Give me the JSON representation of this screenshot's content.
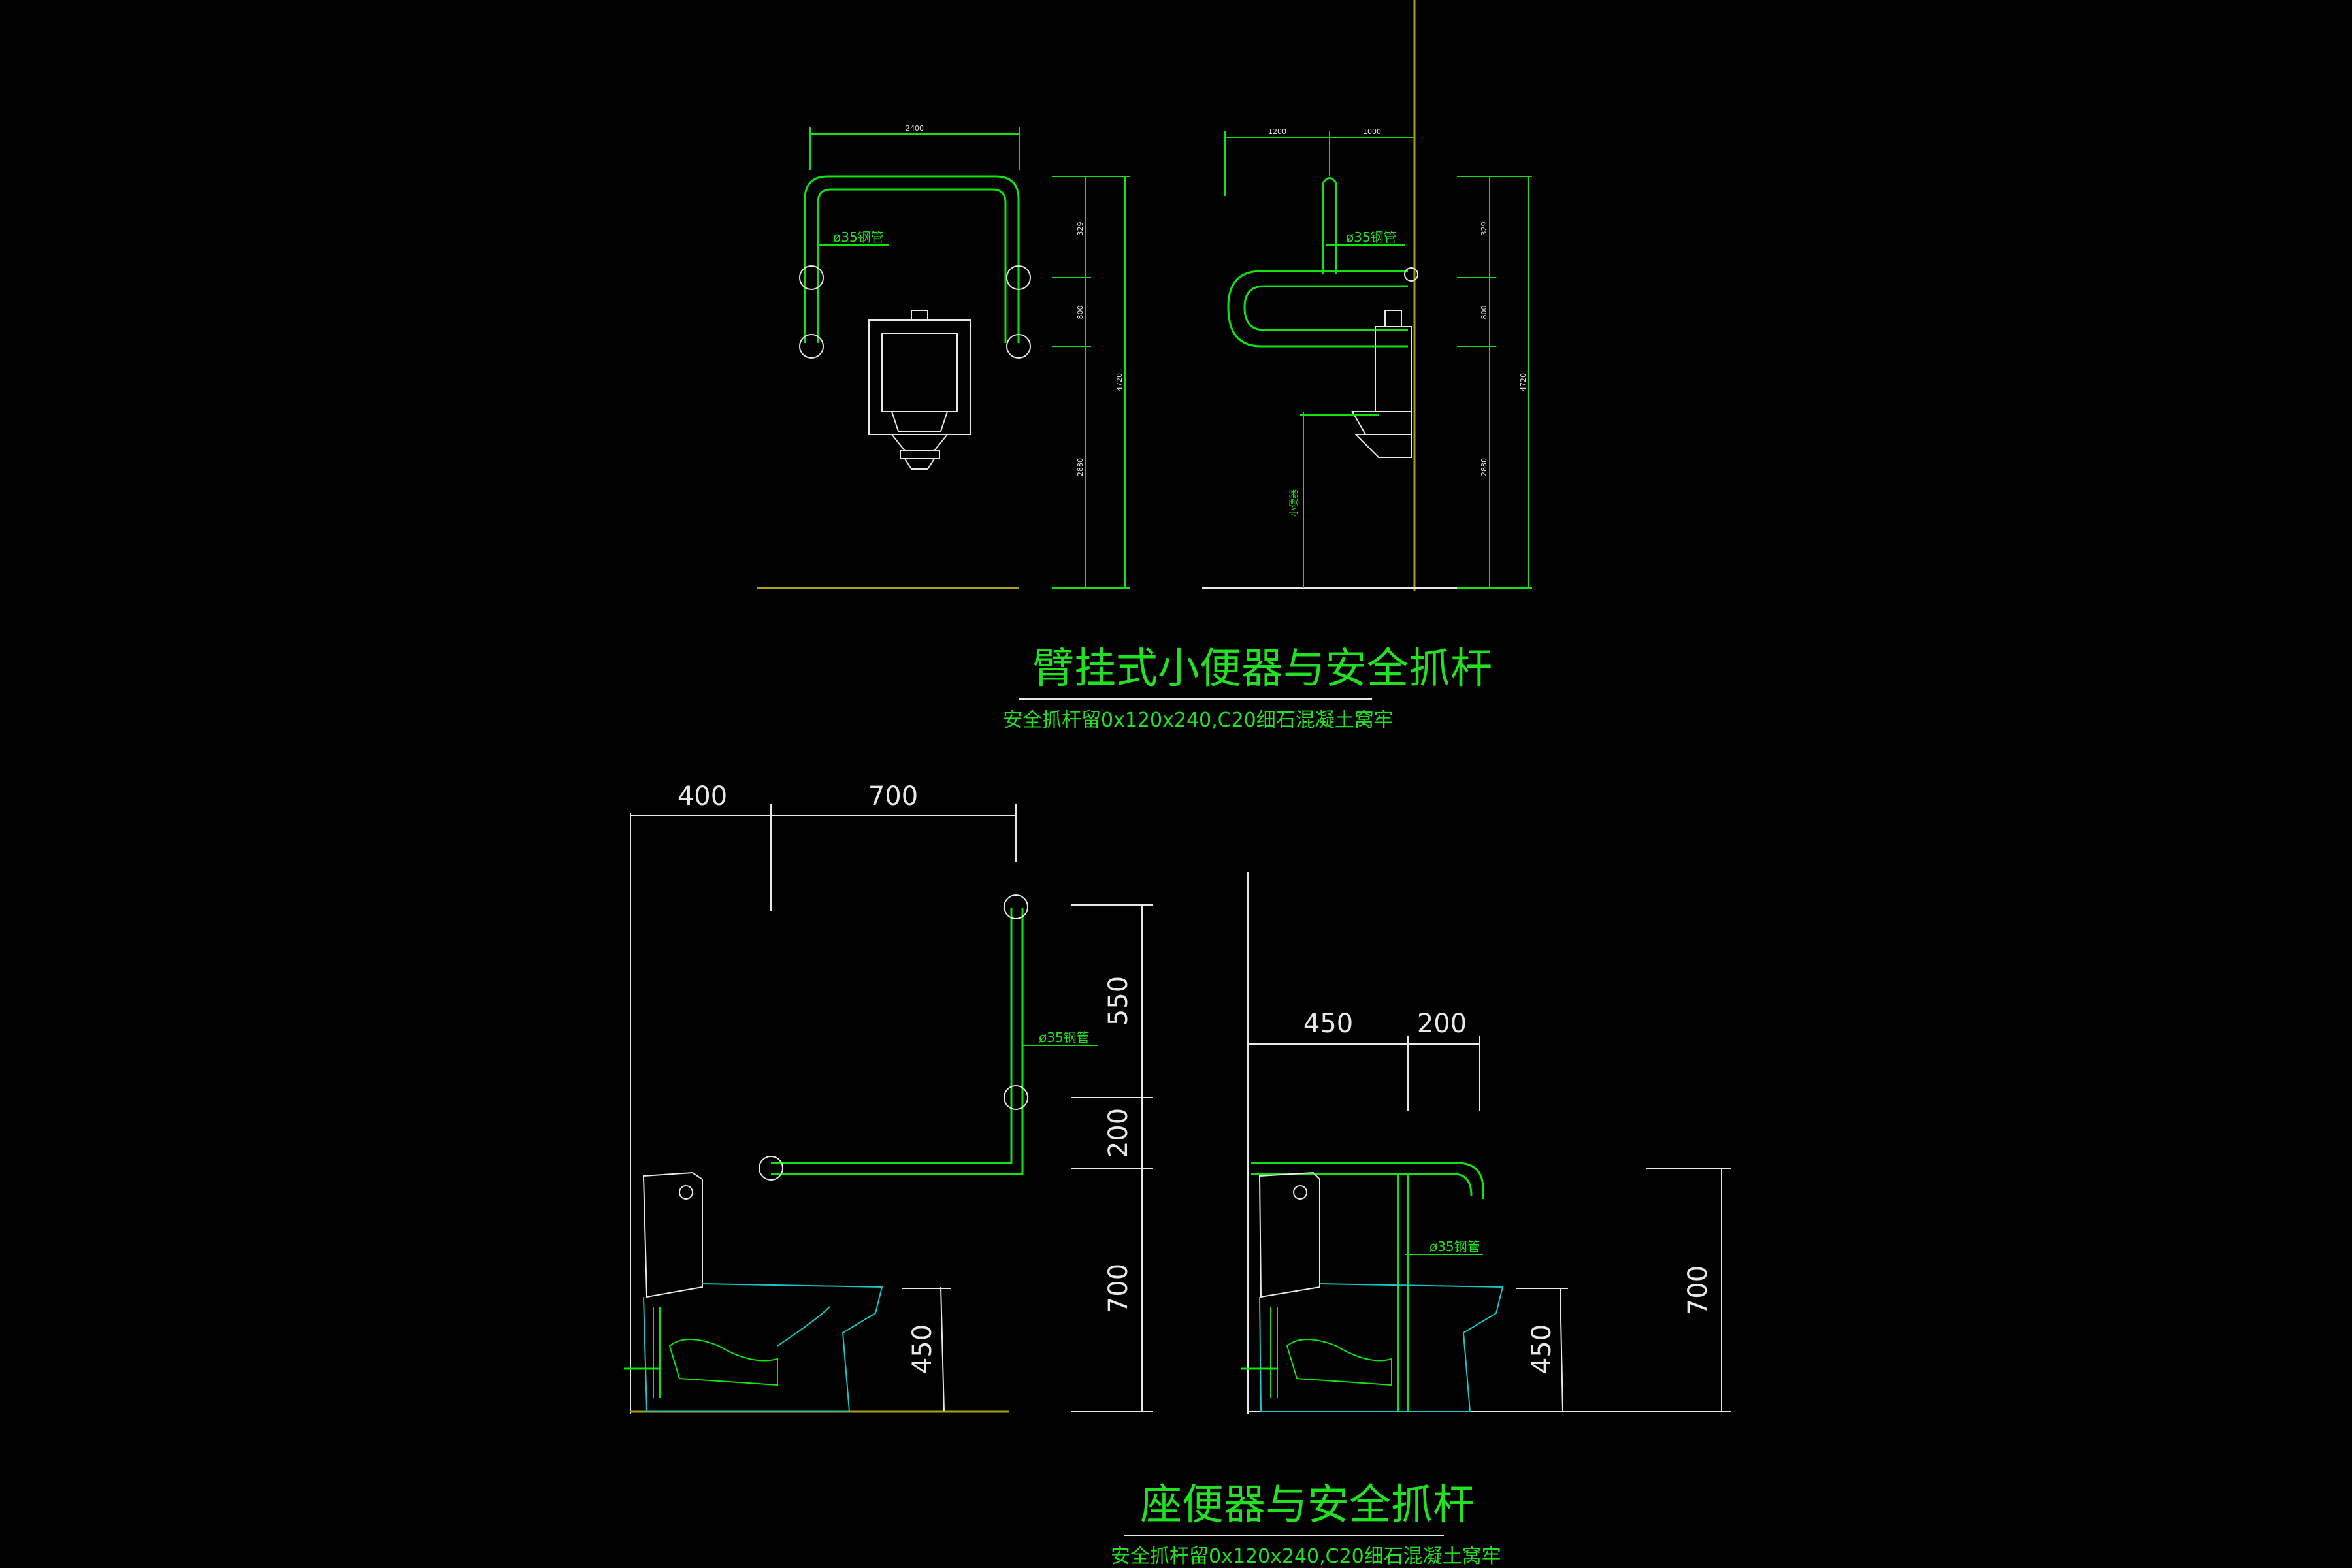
{
  "drawing": {
    "urinal_section": {
      "title": "臂挂式小便器与安全抓杆",
      "note": "安全抓杆留0x120x240,C20细石混凝土窝牢",
      "pipe_label_front": "ø35钢管",
      "pipe_label_side": "ø35钢管",
      "dims_front": {
        "width": "2400",
        "upper": "329",
        "middle": "800",
        "lower": "2880",
        "total": "4720"
      },
      "dims_side": {
        "left": "1200",
        "right": "1000",
        "upper": "329",
        "middle": "800",
        "lower": "2880",
        "total": "4720",
        "vertical_label": "小便器"
      }
    },
    "toilet_section": {
      "title": "座便器与安全抓杆",
      "note": "安全抓杆留0x120x240,C20细石混凝土窝牢",
      "pipe_label_front": "ø35钢管",
      "pipe_label_side": "ø35钢管",
      "dims_front": {
        "left": "400",
        "right": "700",
        "upper": "550",
        "middle": "200",
        "bar_height": "700",
        "seat_height": "450"
      },
      "dims_side": {
        "left": "450",
        "right": "200",
        "bar_height": "700",
        "seat_height": "450"
      }
    }
  },
  "colors": {
    "background": "#000000",
    "lines": "#e8e8e8",
    "annotation": "#12e212",
    "fixture": "#18c8c8",
    "ground": "#a8a018"
  },
  "icons": [
    "grab-bar",
    "urinal",
    "toilet"
  ]
}
